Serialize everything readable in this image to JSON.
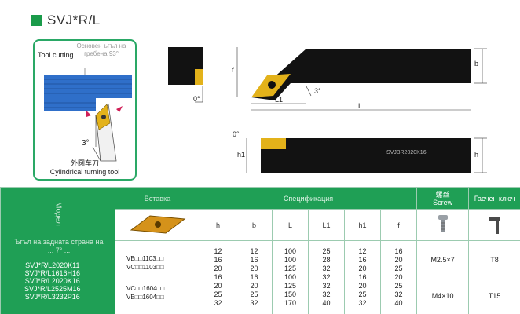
{
  "title": "SVJ*R/L",
  "tool_box": {
    "label": "Tool cutting",
    "overlay": "Основен ъгъл на гребена 93°",
    "angle": "3°",
    "caption_cn": "外圆车刀",
    "caption_en": "Cylindrical turning tool"
  },
  "drawing": {
    "dim_f": "f",
    "dim_b": "b",
    "dim_0deg": "0°",
    "dim_3deg": "3°",
    "dim_L1": "L1",
    "dim_L": "L",
    "dim_h1": "h1",
    "dim_h": "h",
    "dim_0deg_side": "0°",
    "shank_marking": "SVJBR2020K16"
  },
  "table": {
    "model_header": "Модел",
    "model_overlay": "Ъгъл на задната страна на ... 7° ...",
    "insert_header": "Вставка",
    "spec_header": "Спецификация",
    "screw_header_cn": "螺丝",
    "screw_header_en": "Screw",
    "key_header": "Гаечен ключ",
    "columns": [
      "h",
      "b",
      "L",
      "L1",
      "h1",
      "f"
    ],
    "models": [
      "SVJ*R/L2020K11",
      "SVJ*R/L1616H16",
      "SVJ*R/L2020K16",
      "SVJ*R/L2525M16",
      "SVJ*R/L3232P16"
    ],
    "insert_codes_1": [
      "VB□□1103□□",
      "VC□□1103□□"
    ],
    "insert_codes_2": [
      "VC□□1604□□",
      "VB□□1604□□"
    ],
    "rows": [
      [
        "12",
        "12",
        "100",
        "25",
        "12",
        "16"
      ],
      [
        "16",
        "16",
        "100",
        "28",
        "16",
        "20"
      ],
      [
        "20",
        "20",
        "125",
        "32",
        "20",
        "25"
      ],
      [
        "16",
        "16",
        "100",
        "32",
        "16",
        "20"
      ],
      [
        "20",
        "20",
        "125",
        "32",
        "20",
        "25"
      ],
      [
        "25",
        "25",
        "150",
        "32",
        "25",
        "32"
      ],
      [
        "32",
        "32",
        "170",
        "40",
        "32",
        "40"
      ]
    ],
    "screw_1": "M2.5×7",
    "screw_2": "M4×10",
    "key_1": "T8",
    "key_2": "T15"
  }
}
